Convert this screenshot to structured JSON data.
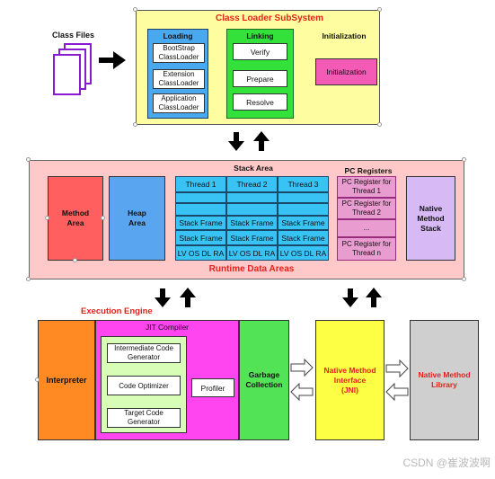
{
  "class_files": {
    "label": "Class Files"
  },
  "class_loader": {
    "title": "Class Loader SubSystem",
    "loading": {
      "title": "Loading",
      "items": [
        "BootStrap\nClassLoader",
        "Extension\nClassLoader",
        "Application\nClassLoader"
      ]
    },
    "linking": {
      "title": "Linking",
      "items": [
        "Verify",
        "Prepare",
        "Resolve"
      ]
    },
    "initialization": {
      "title": "Initialization",
      "box": "Initialization"
    }
  },
  "runtime": {
    "title": "Runtime Data Areas",
    "method_area": "Method\nArea",
    "heap_area": "Heap\nArea",
    "stack_area": {
      "title": "Stack Area",
      "threads": [
        "Thread 1",
        "Thread 2",
        "Thread 3"
      ],
      "frame_label": "Stack Frame",
      "lv_label": "LV OS DL RA"
    },
    "pc_registers": {
      "title": "PC Registers",
      "items": [
        "PC Register for\nThread 1",
        "PC Register for\nThread 2",
        "...",
        "PC Register for\nThread n"
      ]
    },
    "native_stack": "Native\nMethod\nStack"
  },
  "execution_engine": {
    "title": "Execution Engine",
    "interpreter": "Interpreter",
    "jit": {
      "title": "JIT Compiler",
      "steps": [
        "Intermediate Code\nGenerator",
        "Code Optimizer",
        "Target Code\nGenerator"
      ],
      "profiler": "Profiler"
    },
    "gc": "Garbage\nCollection"
  },
  "native_interface": "Native Method\nInterface\n(JNI)",
  "native_library": "Native Method\nLibrary",
  "watermark": "CSDN @崔波波啊",
  "colors": {
    "class_loader_bg": "#fefea0",
    "loading_bg": "#4aa8ee",
    "linking_bg": "#34e03a",
    "init_box": "#f45bb7",
    "runtime_bg": "#ffc9c9",
    "method_area": "#ff5f5f",
    "heap_area": "#5aa5ef",
    "stack_cell": "#39c3f4",
    "pc_cell": "#e99ccf",
    "native_stack": "#d7b9f5",
    "interpreter": "#ff8a24",
    "jit": "#ff45f0",
    "jit_inner": "#d7fdb7",
    "gc": "#52e357",
    "jni": "#fdff45",
    "native_library": "#cfcfcf"
  }
}
